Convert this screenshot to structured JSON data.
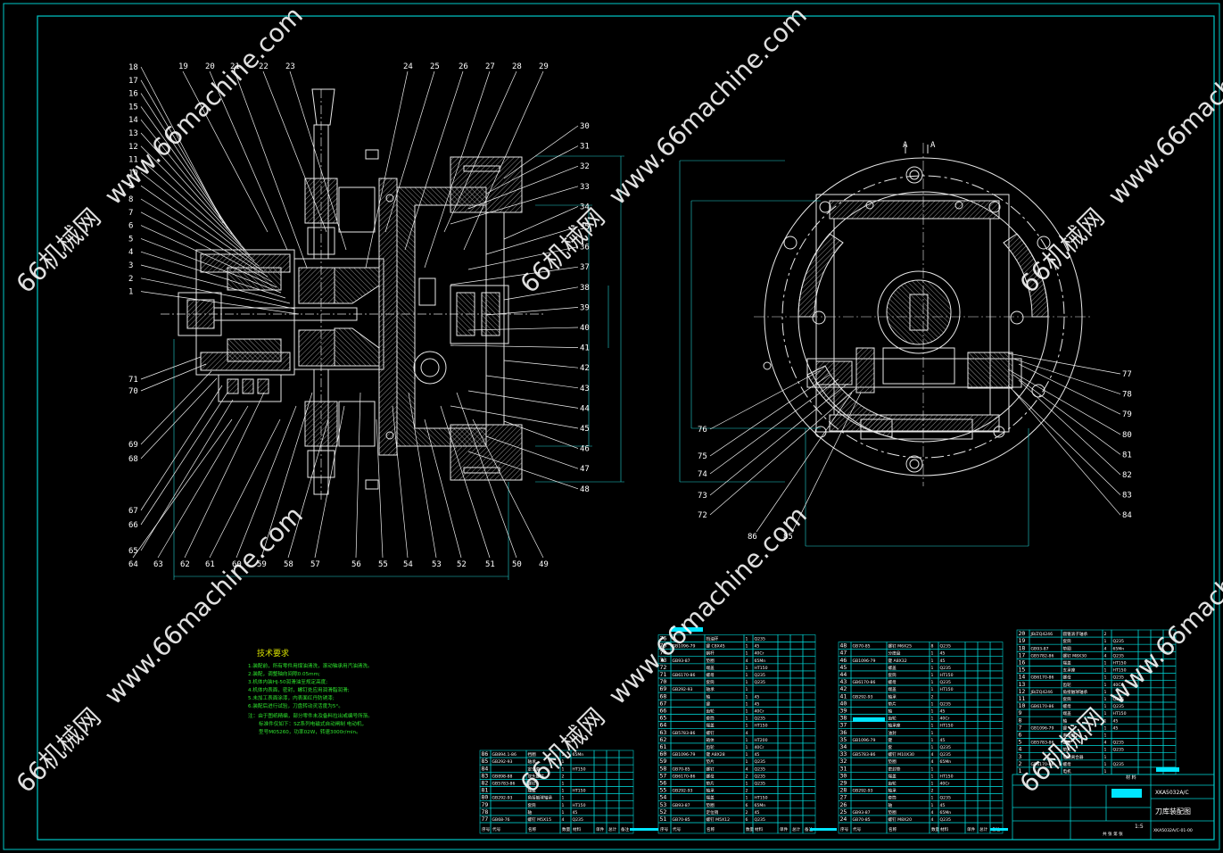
{
  "colors": {
    "background": "#000000",
    "frame": "#00c8c8",
    "part_outline": "#e8e8e8",
    "hatch": "#b0b0b0",
    "leader": "#f0f0f0",
    "dimension": "#20d0d0",
    "tech_title": "#d8e000",
    "tech_text": "#2ee62e",
    "table_line": "#00d0d0",
    "highlight": "#00e5ff"
  },
  "callouts_left_column": [
    "18",
    "17",
    "16",
    "15",
    "14",
    "13",
    "12",
    "11",
    "10",
    "9",
    "8",
    "7",
    "6",
    "5",
    "4",
    "3",
    "2",
    "1"
  ],
  "callouts_top_row": [
    "19",
    "20",
    "21",
    "22",
    "23",
    "24",
    "25",
    "26",
    "27",
    "28",
    "29"
  ],
  "callouts_right_column": [
    "30",
    "31",
    "32",
    "33",
    "34",
    "35",
    "36",
    "37",
    "38",
    "39",
    "40",
    "41",
    "42",
    "43",
    "44",
    "45",
    "46",
    "47",
    "48"
  ],
  "callouts_bottom_row": [
    "64",
    "63",
    "62",
    "61",
    "60",
    "59",
    "58",
    "57",
    "56",
    "55",
    "54",
    "53",
    "52",
    "51",
    "50",
    "49"
  ],
  "callouts_left_lower": [
    "71",
    "70",
    "69",
    "68",
    "67",
    "66",
    "65"
  ],
  "callouts_section_right": [
    "77",
    "78",
    "79",
    "80",
    "81",
    "82",
    "83",
    "84"
  ],
  "callouts_section_left": [
    "76",
    "75",
    "74",
    "73",
    "72"
  ],
  "callouts_section_bottom": [
    "86",
    "85"
  ],
  "section_marks": [
    "A",
    "A"
  ],
  "watermark": {
    "brand": "66机械网",
    "url": "www.66machine.com"
  },
  "tech_requirements": {
    "title": "技术要求",
    "lines": [
      "1.装配前，所有零件用煤油清洗，滚动轴承用汽油清洗。",
      "2.装配，调整轴向间隙0.05mm;",
      "3.机体内装HJ-50润滑油至规定高度;",
      "4.机体内表面，密封，螺钉处应用润滑脂润滑;",
      "5.未加工表面涂漆，内表面红丹防锈漆;",
      "6.装配后进行试验，刀盘转动灵活度为5°。"
    ],
    "note_lines": [
      "注：由于图纸精编，部分零件未及备料拉出或编号所渐。",
      "标准件仅如下：SZ系列电磁式自动闸制 电动机，",
      "型号M05260，功率02W，转速3000r/min。"
    ]
  },
  "bom_left": {
    "rows": [
      {
        "no": "86",
        "code": "GB894.1-86",
        "name": "挡圈",
        "qty": "1",
        "material": "65Mn"
      },
      {
        "no": "85",
        "code": "GB292-93",
        "name": "轴承",
        "qty": "1",
        "material": ""
      },
      {
        "no": "84",
        "code": "",
        "name": "定位套",
        "qty": "1",
        "material": "HT150"
      },
      {
        "no": "83",
        "code": "GB898-88",
        "name": "双头螺柱",
        "qty": "2",
        "material": ""
      },
      {
        "no": "82",
        "code": "GB5783-86",
        "name": "螺钉",
        "qty": "1",
        "material": ""
      },
      {
        "no": "81",
        "code": "",
        "name": "端盖",
        "qty": "1",
        "material": "HT150"
      },
      {
        "no": "80",
        "code": "GB292-93",
        "name": "角接触球轴承",
        "qty": "1",
        "material": ""
      },
      {
        "no": "79",
        "code": "",
        "name": "套筒",
        "qty": "1",
        "material": "HT150"
      },
      {
        "no": "78",
        "code": "",
        "name": "轴",
        "qty": "1",
        "material": "45"
      },
      {
        "no": "77",
        "code": "GB68-76",
        "name": "螺钉 M5X15",
        "qty": "4",
        "material": "Q235"
      }
    ],
    "header": [
      "序号",
      "代号",
      "名称",
      "数量",
      "材料",
      "单件",
      "总计",
      "备注"
    ]
  },
  "bom_middle_a": {
    "rows": [
      {
        "no": "76",
        "code": "",
        "name": "挡油环",
        "qty": "1",
        "material": "Q235"
      },
      {
        "no": "75",
        "code": "GB1096-79",
        "name": "键 C8X45",
        "qty": "1",
        "material": "45"
      },
      {
        "no": "74",
        "code": "",
        "name": "蜗杆",
        "qty": "1",
        "material": "40Cr"
      },
      {
        "no": "73",
        "code": "GB93-87",
        "name": "垫圈",
        "qty": "4",
        "material": "65Mn"
      },
      {
        "no": "72",
        "code": "",
        "name": "端盖",
        "qty": "1",
        "material": "HT150"
      },
      {
        "no": "71",
        "code": "GB6170-86",
        "name": "螺母",
        "qty": "1",
        "material": "Q235"
      },
      {
        "no": "70",
        "code": "",
        "name": "套筒",
        "qty": "1",
        "material": "Q235"
      },
      {
        "no": "69",
        "code": "GB292-93",
        "name": "轴承",
        "qty": "1",
        "material": ""
      },
      {
        "no": "68",
        "code": "",
        "name": "轴",
        "qty": "1",
        "material": "45"
      },
      {
        "no": "67",
        "code": "",
        "name": "键",
        "qty": "1",
        "material": "45"
      },
      {
        "no": "66",
        "code": "",
        "name": "齿轮",
        "qty": "1",
        "material": "40Cr"
      },
      {
        "no": "65",
        "code": "",
        "name": "套筒",
        "qty": "1",
        "material": "Q235"
      },
      {
        "no": "64",
        "code": "",
        "name": "端盖",
        "qty": "1",
        "material": "HT150"
      },
      {
        "no": "63",
        "code": "GB5783-86",
        "name": "螺钉",
        "qty": "4",
        "material": ""
      },
      {
        "no": "62",
        "code": "",
        "name": "箱体",
        "qty": "1",
        "material": "HT200"
      },
      {
        "no": "61",
        "code": "",
        "name": "齿轮",
        "qty": "1",
        "material": "40Cr"
      },
      {
        "no": "60",
        "code": "GB1096-79",
        "name": "键 A8X28",
        "qty": "1",
        "material": "45"
      },
      {
        "no": "59",
        "code": "",
        "name": "垫片",
        "qty": "1",
        "material": "Q235"
      },
      {
        "no": "58",
        "code": "GB70-85",
        "name": "螺钉",
        "qty": "4",
        "material": "Q235"
      },
      {
        "no": "57",
        "code": "GB6170-86",
        "name": "螺母",
        "qty": "2",
        "material": "Q235"
      },
      {
        "no": "56",
        "code": "",
        "name": "垫片",
        "qty": "1",
        "material": "Q235"
      },
      {
        "no": "55",
        "code": "GB292-93",
        "name": "轴承",
        "qty": "2",
        "material": ""
      },
      {
        "no": "54",
        "code": "",
        "name": "端盖",
        "qty": "1",
        "material": "HT150"
      },
      {
        "no": "53",
        "code": "GB93-87",
        "name": "垫圈",
        "qty": "6",
        "material": "65Mn"
      },
      {
        "no": "52",
        "code": "",
        "name": "定位销",
        "qty": "2",
        "material": "45"
      },
      {
        "no": "51",
        "code": "GB70-85",
        "name": "螺钉 M5X12",
        "qty": "6",
        "material": "Q235"
      }
    ]
  },
  "bom_middle_b": {
    "rows": [
      {
        "no": "48",
        "code": "GB70-85",
        "name": "螺钉 M6X25",
        "qty": "8",
        "material": "Q235"
      },
      {
        "no": "47",
        "code": "",
        "name": "分度盘",
        "qty": "1",
        "material": "45"
      },
      {
        "no": "46",
        "code": "GB1096-79",
        "name": "键 A8X32",
        "qty": "1",
        "material": "45"
      },
      {
        "no": "45",
        "code": "",
        "name": "螺盖",
        "qty": "1",
        "material": "Q235"
      },
      {
        "no": "44",
        "code": "",
        "name": "套筒",
        "qty": "1",
        "material": "HT150"
      },
      {
        "no": "43",
        "code": "GB6170-86",
        "name": "螺母",
        "qty": "1",
        "material": "Q235"
      },
      {
        "no": "42",
        "code": "",
        "name": "端盖",
        "qty": "1",
        "material": "HT150"
      },
      {
        "no": "41",
        "code": "GB292-93",
        "name": "轴承",
        "qty": "2",
        "material": ""
      },
      {
        "no": "40",
        "code": "",
        "name": "垫片",
        "qty": "1",
        "material": "Q235"
      },
      {
        "no": "39",
        "code": "",
        "name": "轴",
        "qty": "1",
        "material": "45"
      },
      {
        "no": "38",
        "code": "",
        "name": "齿轮",
        "qty": "1",
        "material": "40Cr"
      },
      {
        "no": "37",
        "code": "",
        "name": "轴承座",
        "qty": "1",
        "material": "HT150"
      },
      {
        "no": "36",
        "code": "",
        "name": "油封",
        "qty": "1",
        "material": ""
      },
      {
        "no": "35",
        "code": "GB1096-79",
        "name": "键",
        "qty": "1",
        "material": "45"
      },
      {
        "no": "34",
        "code": "",
        "name": "套",
        "qty": "1",
        "material": "Q235"
      },
      {
        "no": "33",
        "code": "GB5783-86",
        "name": "螺钉 M10X30",
        "qty": "4",
        "material": "Q235"
      },
      {
        "no": "32",
        "code": "",
        "name": "垫圈",
        "qty": "4",
        "material": "65Mn"
      },
      {
        "no": "31",
        "code": "",
        "name": "密封垫",
        "qty": "1",
        "material": ""
      },
      {
        "no": "30",
        "code": "",
        "name": "端盖",
        "qty": "1",
        "material": "HT150"
      },
      {
        "no": "29",
        "code": "",
        "name": "齿轮",
        "qty": "1",
        "material": "40Cr"
      },
      {
        "no": "28",
        "code": "GB292-93",
        "name": "轴承",
        "qty": "2",
        "material": ""
      },
      {
        "no": "27",
        "code": "",
        "name": "套筒",
        "qty": "1",
        "material": "Q235"
      },
      {
        "no": "26",
        "code": "",
        "name": "轴",
        "qty": "1",
        "material": "45"
      },
      {
        "no": "25",
        "code": "GB93-87",
        "name": "垫圈",
        "qty": "4",
        "material": "65Mn"
      },
      {
        "no": "24",
        "code": "GB70-85",
        "name": "螺钉 M8X20",
        "qty": "4",
        "material": "Q235"
      }
    ]
  },
  "bom_right": {
    "rows": [
      {
        "no": "20",
        "code": "JB/ZQ4246",
        "name": "圆锥滚子轴承",
        "qty": "2",
        "material": ""
      },
      {
        "no": "19",
        "code": "",
        "name": "套筒",
        "qty": "1",
        "material": "Q235"
      },
      {
        "no": "18",
        "code": "GB93-87",
        "name": "垫圈",
        "qty": "4",
        "material": "65Mn"
      },
      {
        "no": "17",
        "code": "GB5782-86",
        "name": "螺钉 M8X30",
        "qty": "4",
        "material": "Q235"
      },
      {
        "no": "16",
        "code": "",
        "name": "端盖",
        "qty": "1",
        "material": "HT150"
      },
      {
        "no": "15",
        "code": "",
        "name": "支承座",
        "qty": "1",
        "material": "HT150"
      },
      {
        "no": "14",
        "code": "GB6170-86",
        "name": "螺母",
        "qty": "1",
        "material": "Q235"
      },
      {
        "no": "13",
        "code": "",
        "name": "齿轮",
        "qty": "1",
        "material": "40Cr"
      },
      {
        "no": "12",
        "code": "JB/ZQ4246",
        "name": "角接触球轴承",
        "qty": "1",
        "material": ""
      },
      {
        "no": "11",
        "code": "",
        "name": "套筒",
        "qty": "1",
        "material": "Q235"
      },
      {
        "no": "10",
        "code": "GB6170-86",
        "name": "螺母",
        "qty": "1",
        "material": "Q235"
      },
      {
        "no": "9",
        "code": "",
        "name": "端盖",
        "qty": "1",
        "material": "HT150"
      },
      {
        "no": "8",
        "code": "",
        "name": "轴",
        "qty": "1",
        "material": "45"
      },
      {
        "no": "7",
        "code": "GB1096-79",
        "name": "键",
        "qty": "1",
        "material": "45"
      },
      {
        "no": "6",
        "code": "",
        "name": "离合器",
        "qty": "1",
        "material": ""
      },
      {
        "no": "5",
        "code": "GB5783-86",
        "name": "螺钉",
        "qty": "4",
        "material": "Q235"
      },
      {
        "no": "4",
        "code": "",
        "name": "垫片",
        "qty": "1",
        "material": "Q235"
      },
      {
        "no": "3",
        "code": "",
        "name": "电磁离合器",
        "qty": "1",
        "material": ""
      },
      {
        "no": "2",
        "code": "GB6170-86",
        "name": "螺母",
        "qty": "1",
        "material": "Q235"
      },
      {
        "no": "1",
        "code": "",
        "name": "电机",
        "qty": "1",
        "material": ""
      }
    ]
  },
  "title_block": {
    "model": "XKA5032A/C",
    "title": "刀库装配图",
    "drawing_no": "XKA5032A/C-01-00",
    "scale": "1:5",
    "sheet": "共 张 第 张",
    "material_label": "材 料"
  }
}
